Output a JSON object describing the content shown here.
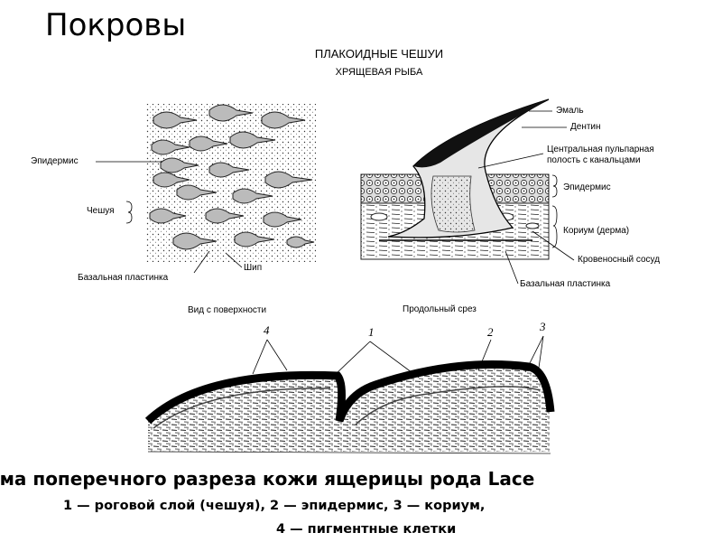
{
  "title": "Покровы",
  "placoid": {
    "header": "ПЛАКОИДНЫЕ ЧЕШУИ",
    "subheader": "ХРЯЩЕВАЯ РЫБА",
    "left_labels": {
      "epidermis": "Эпидермис",
      "scale": "Чешуя",
      "basal_plate": "Базальная пластинка",
      "spine": "Шип"
    },
    "right_labels": {
      "enamel": "Эмаль",
      "dentin": "Дентин",
      "pulp_line1": "Центральная пульпарная",
      "pulp_line2": "полость с канальцами",
      "epidermis": "Эпидермис",
      "corium": "Кориум (дерма)",
      "vessel": "Кровеносный сосуд",
      "basal_plate": "Базальная пластинка"
    },
    "view_surface": "Вид с поверхности",
    "view_section": "Продольный срез"
  },
  "lizard": {
    "numbers": [
      "4",
      "1",
      "2",
      "3"
    ],
    "caption_line1": "ема поперечного разреза кожи ящерицы рода Lace",
    "caption_line2": "1 — роговой слой (чешуя), 2 — эпидермис, 3 — кориум,",
    "caption_line3": "4 — пигментные клетки"
  }
}
